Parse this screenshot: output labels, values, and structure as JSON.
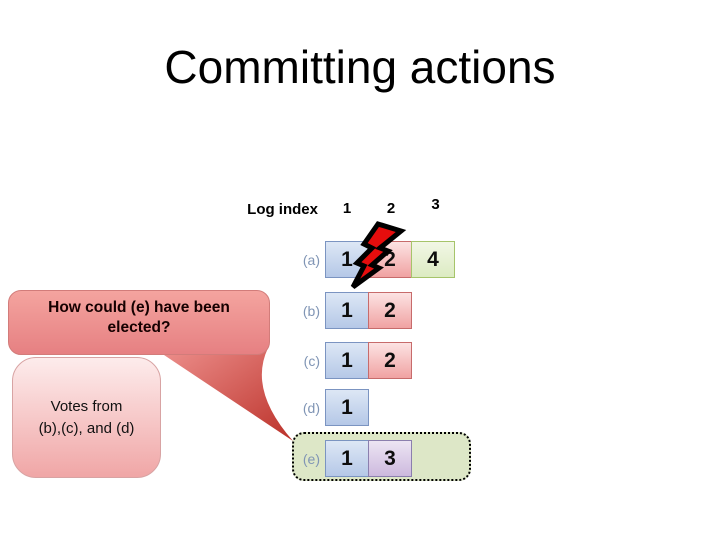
{
  "title": "Committing actions",
  "log_table": {
    "header_label": "Log index",
    "column_headers": [
      "1",
      "2",
      "3"
    ],
    "rows": [
      {
        "label": "(a)",
        "cells": [
          {
            "value": "1",
            "term_color": "blue"
          },
          {
            "value": "2",
            "term_color": "pink"
          },
          {
            "value": "4",
            "term_color": "green"
          }
        ],
        "has_crash_bolt": true
      },
      {
        "label": "(b)",
        "cells": [
          {
            "value": "1",
            "term_color": "blue"
          },
          {
            "value": "2",
            "term_color": "pink"
          }
        ]
      },
      {
        "label": "(c)",
        "cells": [
          {
            "value": "1",
            "term_color": "blue"
          },
          {
            "value": "2",
            "term_color": "pink"
          }
        ]
      },
      {
        "label": "(d)",
        "cells": [
          {
            "value": "1",
            "term_color": "blue"
          }
        ]
      },
      {
        "label": "(e)",
        "cells": [
          {
            "value": "1",
            "term_color": "blue"
          },
          {
            "value": "3",
            "term_color": "purple"
          }
        ],
        "highlighted": true
      }
    ]
  },
  "callouts": {
    "question": "How could (e) have been elected?",
    "answer_lines": [
      "Votes from",
      "(b),(c), and (d)"
    ]
  },
  "icons": {
    "crash": "lightning-bolt"
  },
  "colors": {
    "term_blue_border": "#7b94c1",
    "term_blue_top": "#dde7f5",
    "term_blue_bottom": "#b5c8e7",
    "term_pink_border": "#c76b6b",
    "term_pink_top": "#fce3e3",
    "term_pink_bottom": "#f0a2a2",
    "term_green_border": "#a6c46a",
    "term_green_top": "#f2f7e6",
    "term_green_bottom": "#dcebc2",
    "term_purple_border": "#8b7fae",
    "term_purple_top": "#ece5f3",
    "term_purple_bottom": "#cdb9de",
    "row_label_text": "#8095b5",
    "highlight_box_fill": "#dde7c7",
    "question_bubble_top": "#f4a49f",
    "question_bubble_bottom": "#e68082",
    "answer_bubble_top": "#fdecec",
    "answer_bubble_bottom": "#f0a6a6",
    "bolt_fill": "#e60d0d",
    "bolt_outline": "#000000"
  }
}
